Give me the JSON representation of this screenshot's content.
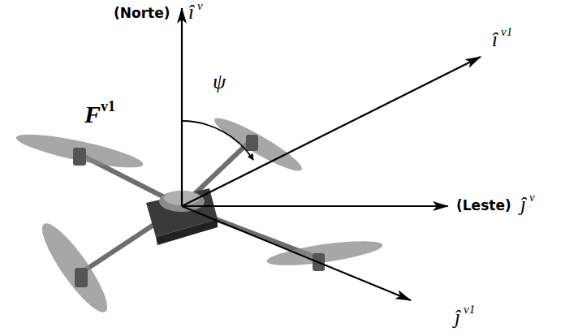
{
  "diagram": {
    "labels": [
      "(Norte)",
      "î",
      "v",
      "î",
      "v1",
      "ψ",
      "F",
      "v1",
      "(Leste)",
      "ĵ",
      "v",
      "ĵ",
      "v1"
    ]
  }
}
